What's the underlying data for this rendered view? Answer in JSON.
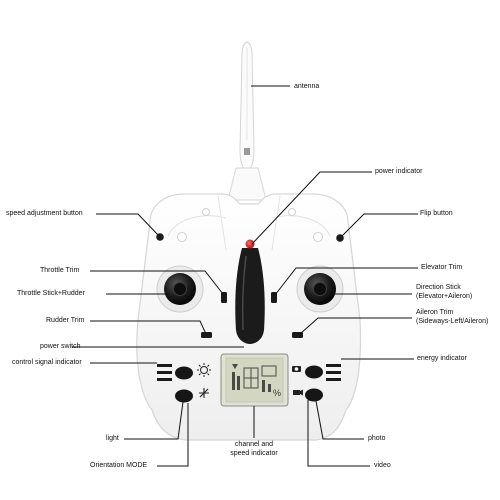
{
  "labels": {
    "antenna": "antenna",
    "power_indicator": "power indicator",
    "speed_adjustment_button": "speed adjustment button",
    "flip_button": "Flip button",
    "throttle_trim": "Throttle Trim",
    "elevator_trim": "Elevator Trim",
    "throttle_stick_rudder": "Throttle Stick+Rudder",
    "direction_stick_line1": "Direction Stick",
    "direction_stick_line2": "(Elevator+Aileron)",
    "rudder_trim": "Rudder Trim",
    "aileron_trim_line1": "Aileron Trim",
    "aileron_trim_line2": "(Sideways-Left/Aileron)",
    "power_switch": "power switch",
    "control_signal_indicator": "control signal indicator",
    "energy_indicator": "energy indicator",
    "light": "light",
    "photo": "photo",
    "channel_speed_line1": "channel and",
    "channel_speed_line2": "speed indicator",
    "orientation_mode": "Orientation MODE",
    "video": "video"
  },
  "lcd_percent": "%",
  "colors": {
    "body": "#f4f4f4",
    "outline": "#d8d8d8",
    "stick": "#1a1a1a",
    "indicator": "#d41a1a",
    "lcd": "#d8dcc8"
  }
}
